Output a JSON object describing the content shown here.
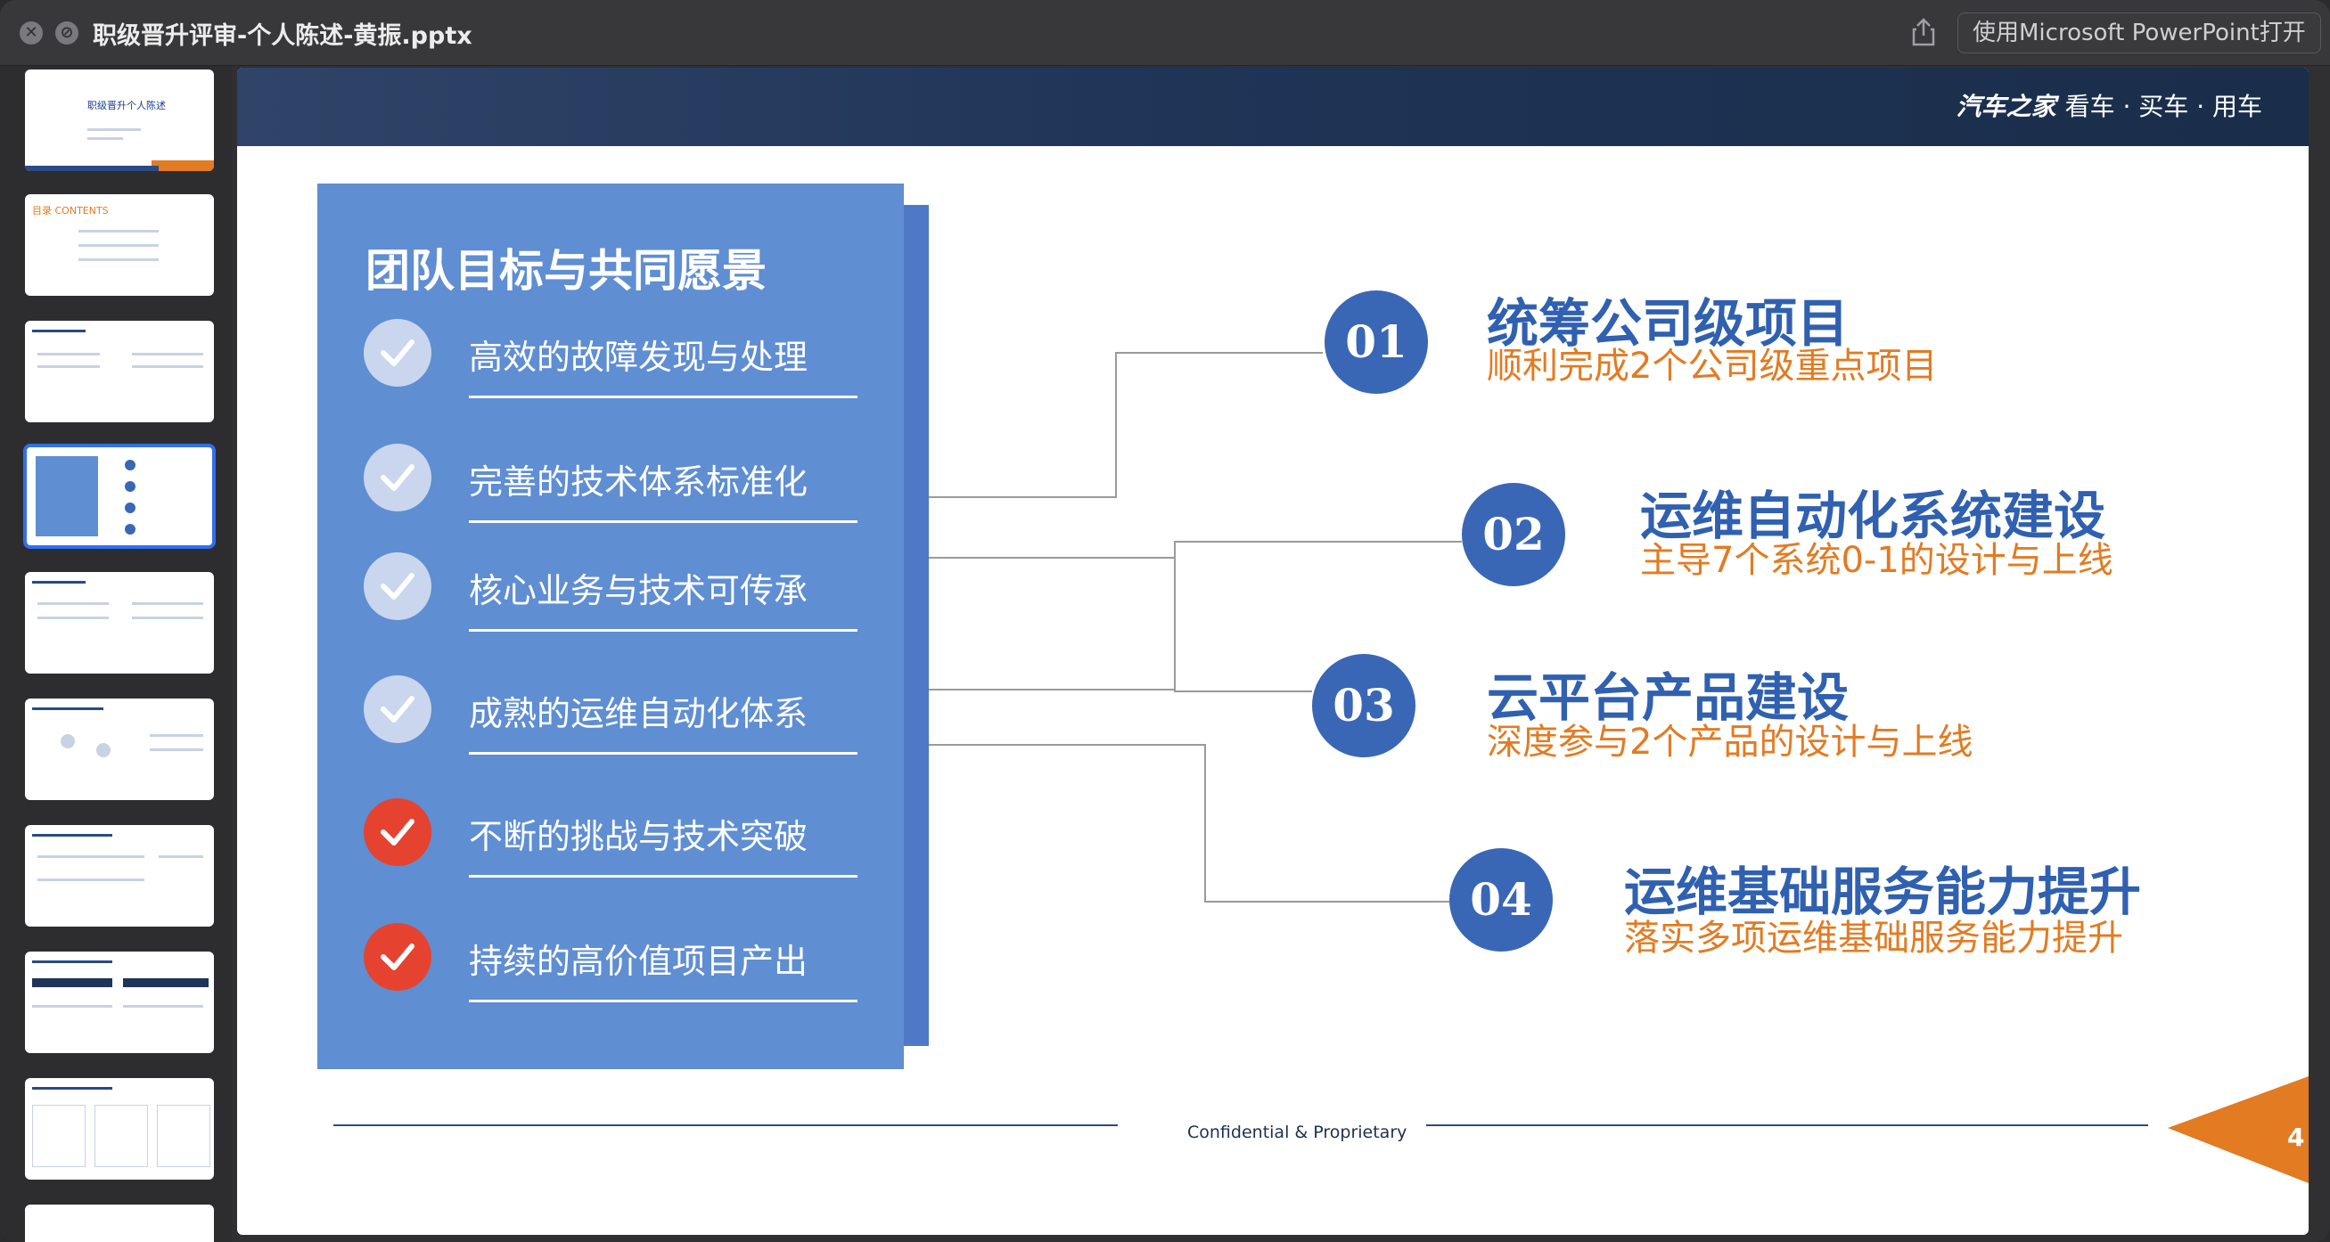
{
  "window": {
    "title": "职级晋升评审-个人陈述-黄振.pptx",
    "open_button": "使用Microsoft PowerPoint打开",
    "close_glyph": "✕",
    "minimize_glyph": "⊘"
  },
  "thumbnails": [
    {
      "title": "职级晋升个人陈述",
      "selected": false
    },
    {
      "title": "目录 CONTENTS",
      "selected": false
    },
    {
      "title": "",
      "selected": false
    },
    {
      "title": "",
      "selected": true
    },
    {
      "title": "",
      "selected": false
    },
    {
      "title": "",
      "selected": false
    },
    {
      "title": "",
      "selected": false
    },
    {
      "title": "",
      "selected": false
    },
    {
      "title": "",
      "selected": false
    }
  ],
  "slide": {
    "brand": {
      "logo": "汽车之家",
      "tagline": "看车 · 买车 · 用车"
    },
    "panel_title": "团队目标与共同愿景",
    "items": [
      {
        "label": "高效的故障发现与处理",
        "status": "done"
      },
      {
        "label": "完善的技术体系标准化",
        "status": "done"
      },
      {
        "label": "核心业务与技术可传承",
        "status": "done"
      },
      {
        "label": "成熟的运维自动化体系",
        "status": "done"
      },
      {
        "label": "不断的挑战与技术突破",
        "status": "active"
      },
      {
        "label": "持续的高价值项目产出",
        "status": "active"
      }
    ],
    "goals": [
      {
        "num": "01",
        "title": "统筹公司级项目",
        "sub": "顺利完成2个公司级重点项目"
      },
      {
        "num": "02",
        "title": "运维自动化系统建设",
        "sub": "主导7个系统0-1的设计与上线"
      },
      {
        "num": "03",
        "title": "云平台产品建设",
        "sub": "深度参与2个产品的设计与上线"
      },
      {
        "num": "04",
        "title": "运维基础服务能力提升",
        "sub": "落实多项运维基础服务能力提升"
      }
    ],
    "footer": "Confidential & Proprietary",
    "page_number": "4",
    "colors": {
      "header": "#1f3557",
      "panel": "#5f8ed2",
      "accent": "#e27b22",
      "circle": "#3a67b5",
      "check_red": "#e5432f"
    }
  }
}
